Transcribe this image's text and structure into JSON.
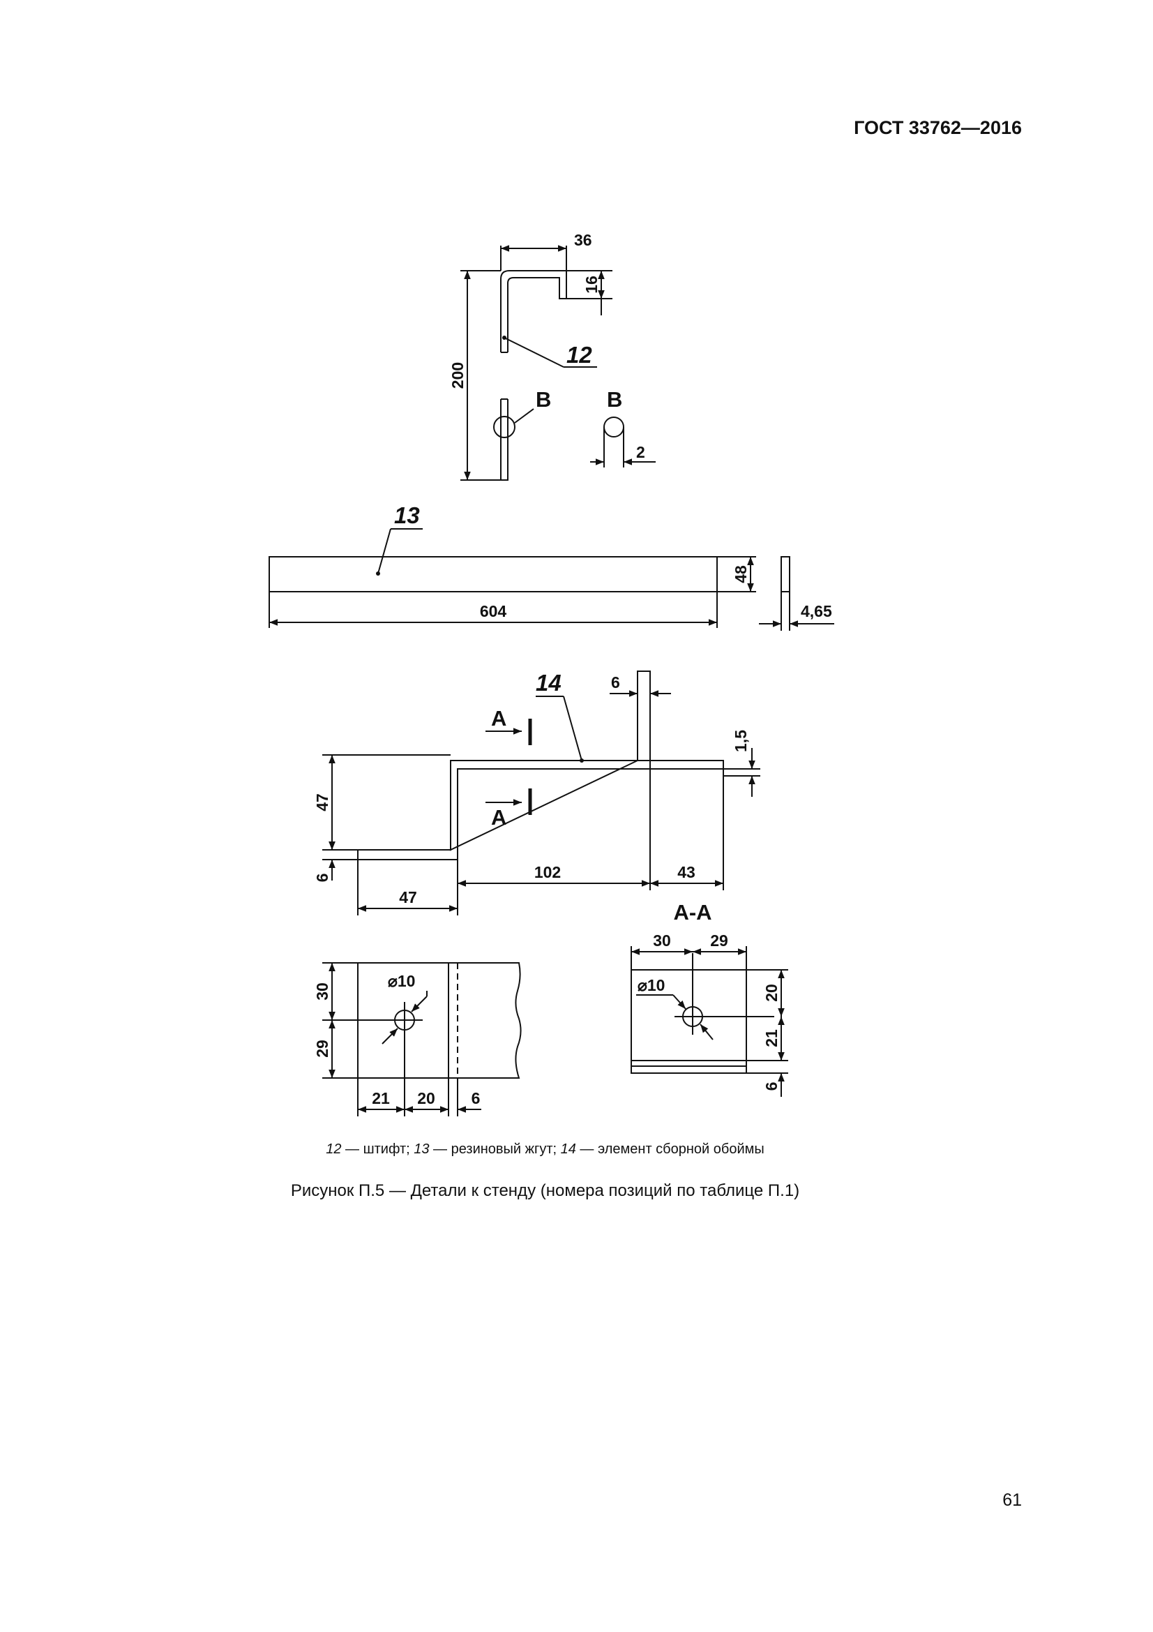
{
  "header": {
    "standard": "ГОСТ 33762—2016"
  },
  "page_number": "61",
  "figure": {
    "pin": {
      "position": "12",
      "width": "36",
      "hook": "16",
      "height": "200",
      "detail": "В",
      "diameter": "2"
    },
    "band": {
      "position": "13",
      "length": "604",
      "width": "48",
      "thickness": "4,65"
    },
    "cage_element": {
      "position": "14",
      "section_mark": "А",
      "flange": "6",
      "thickness": "1,5",
      "rise": "47",
      "base_thickness": "6",
      "base_length": "47",
      "middle_length": "102",
      "end_length": "43"
    },
    "plan_view": {
      "hole": "⌀10",
      "top": "30",
      "bottom": "29",
      "left": "21",
      "right": "20",
      "edge": "6"
    },
    "section_view": {
      "title": "А-А",
      "left": "30",
      "right": "29",
      "hole": "⌀10",
      "top": "20",
      "bottom": "21",
      "edge": "6"
    }
  },
  "legend": {
    "items": [
      {
        "num": "12",
        "text": " — штифт; "
      },
      {
        "num": "13",
        "text": " — резиновый жгут; "
      },
      {
        "num": "14",
        "text": " — элемент сборной обоймы"
      }
    ]
  },
  "caption": "Рисунок П.5 — Детали к стенду (номера позиций по таблице П.1)"
}
